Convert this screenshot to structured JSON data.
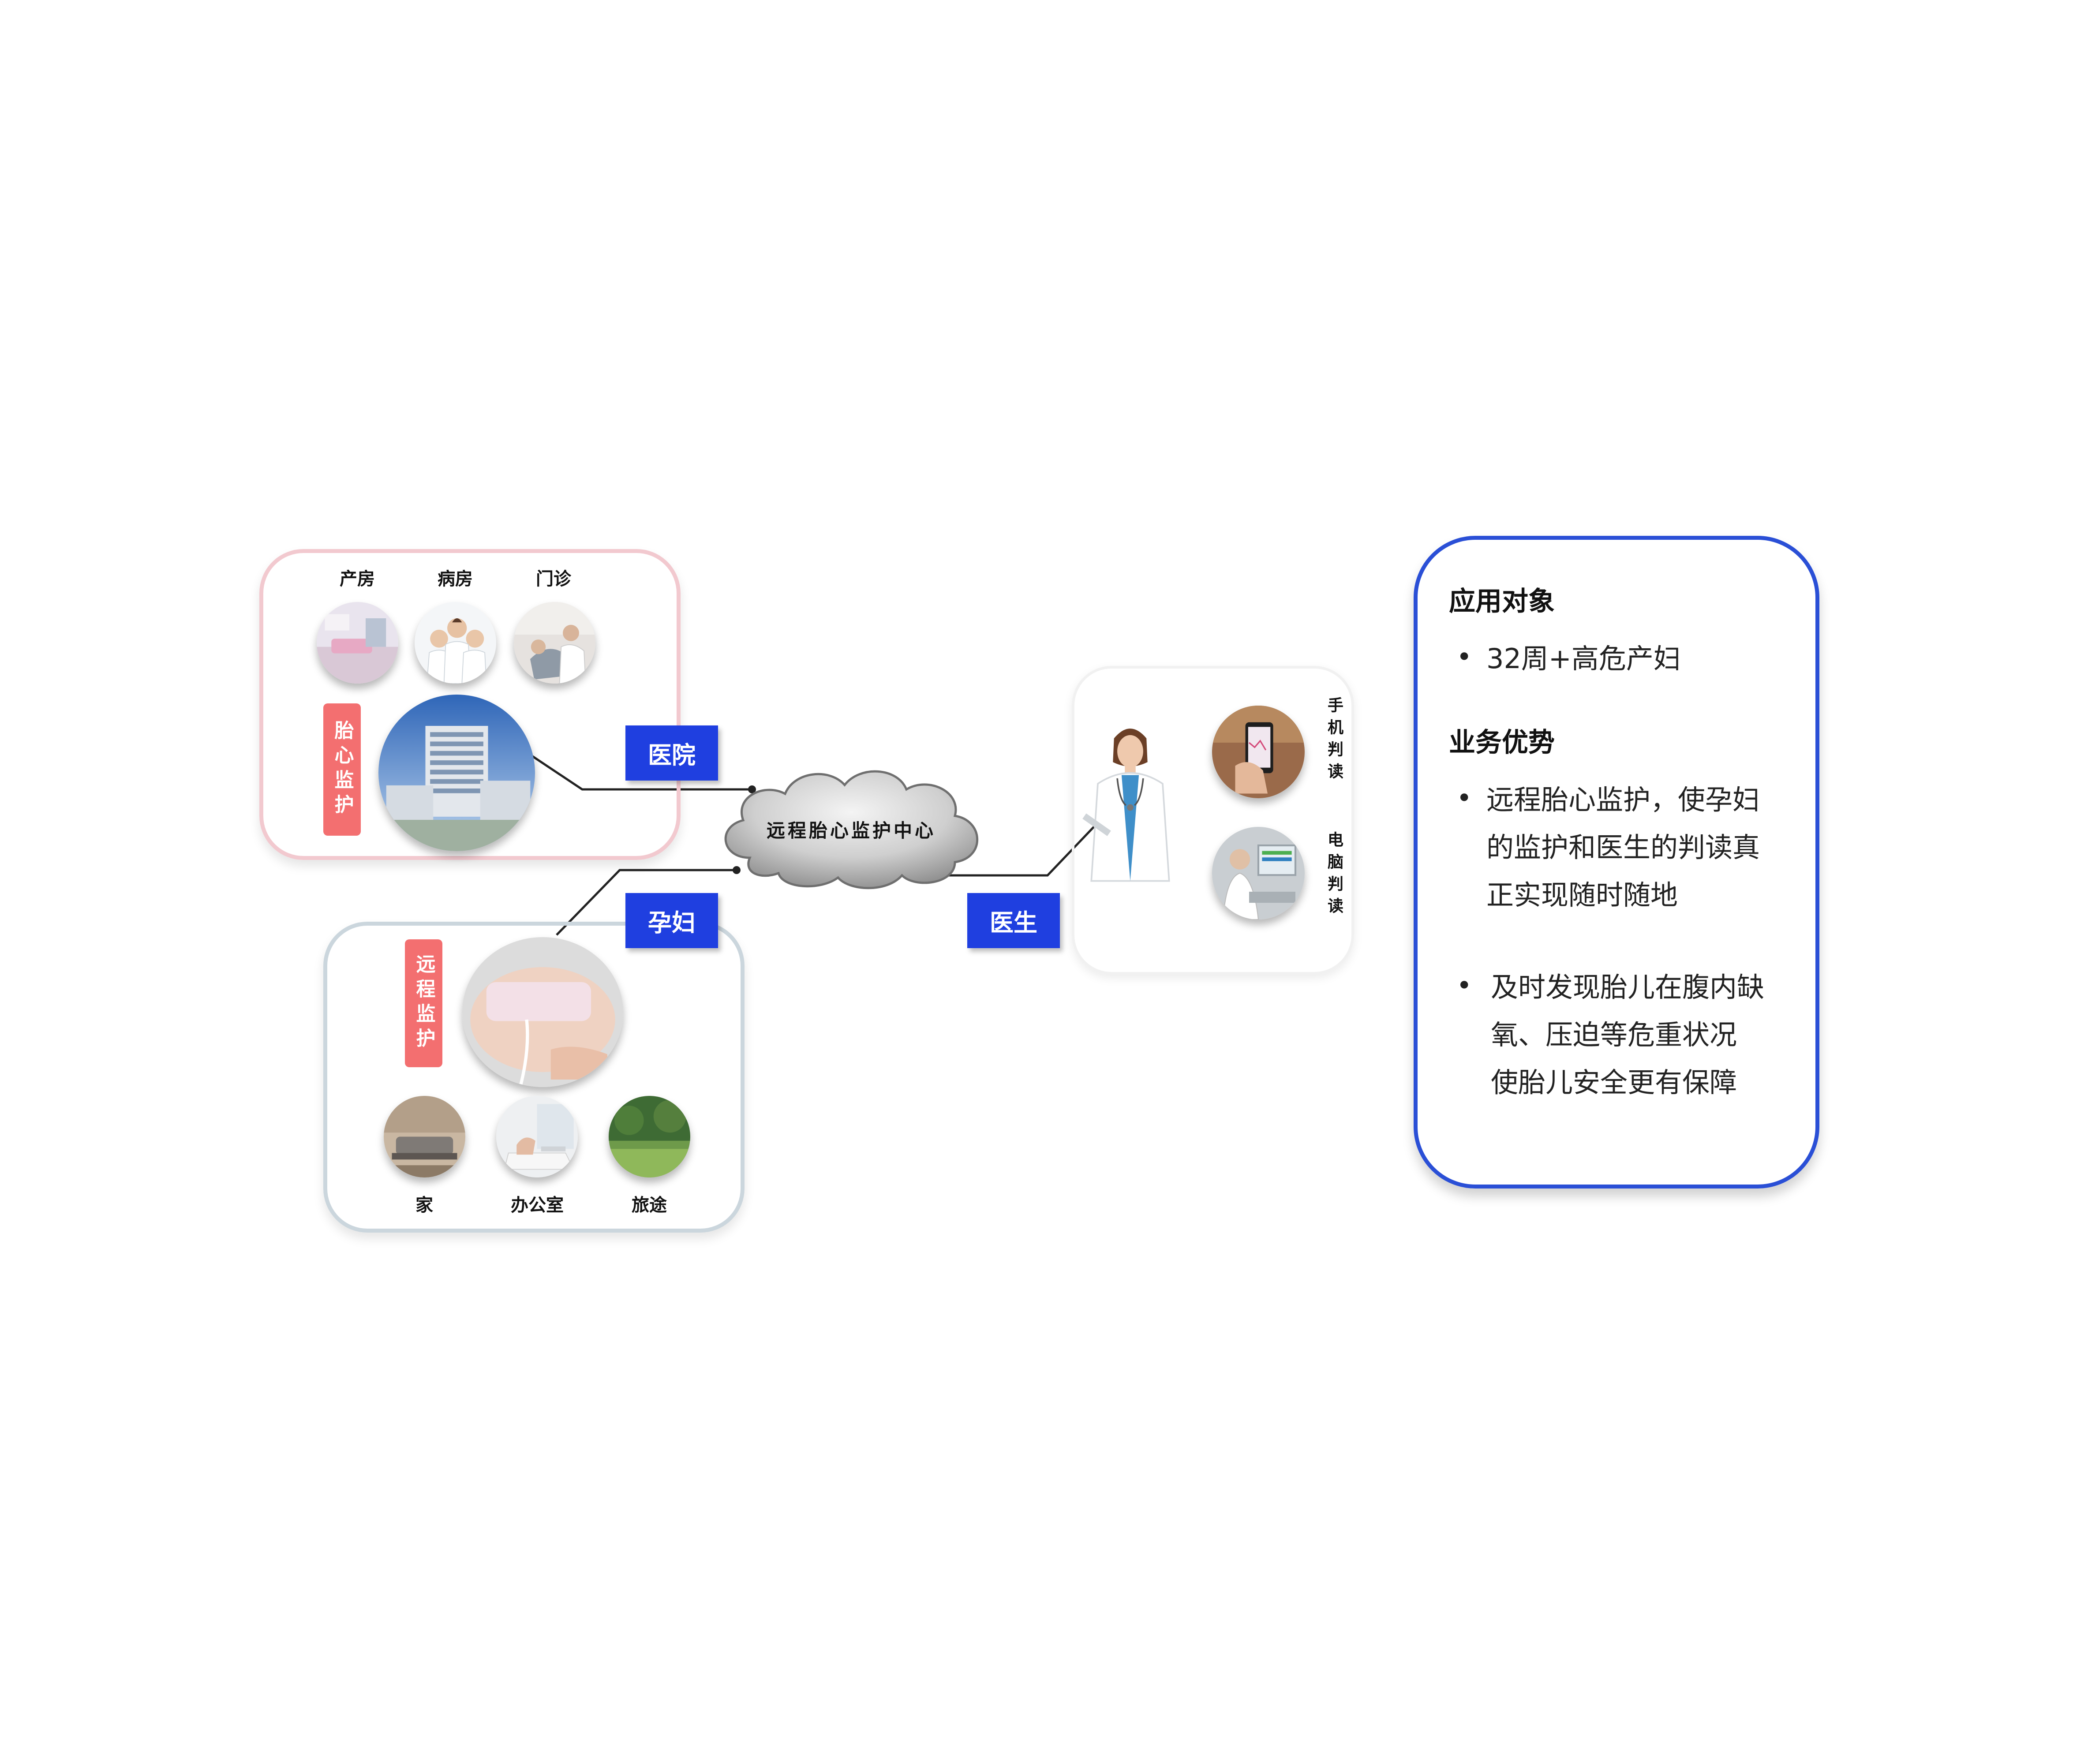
{
  "center": {
    "label": "远程胎心监护中心"
  },
  "hospital": {
    "badge": "医院",
    "tag": "胎心监护",
    "locations": [
      {
        "label": "产房",
        "icon": "delivery-room-photo"
      },
      {
        "label": "病房",
        "icon": "ward-staff-photo"
      },
      {
        "label": "门诊",
        "icon": "outpatient-photo"
      }
    ],
    "main_icon": "hospital-building-photo"
  },
  "pregnant": {
    "badge": "孕妇",
    "tag": "远程监护",
    "main_icon": "belly-monitor-photo",
    "locations": [
      {
        "label": "家",
        "icon": "home-photo"
      },
      {
        "label": "办公室",
        "icon": "office-photo"
      },
      {
        "label": "旅途",
        "icon": "travel-photo"
      }
    ]
  },
  "doctor": {
    "badge": "医生",
    "main_icon": "doctor-photo",
    "modes": [
      {
        "label": "手机判读",
        "icon": "phone-reading-photo"
      },
      {
        "label": "电脑判读",
        "icon": "computer-reading-photo"
      }
    ]
  },
  "info": {
    "target_title": "应用对象",
    "target_items": [
      "32周+高危产妇"
    ],
    "advantage_title": "业务优势",
    "advantage_items": [
      {
        "lines": [
          "远程胎心监护，使孕妇",
          "的监护和医生的判读真",
          "正实现随时随地"
        ]
      },
      {
        "lines": [
          "及时发现胎儿在腹内缺",
          "氧、压迫等危重状况",
          "使胎儿安全更有保障"
        ]
      }
    ]
  },
  "colors": {
    "badge": "#1f3fe0",
    "tag": "#f36f70",
    "info_border": "#2a4fd6",
    "hospital_border": "#f2c9cf",
    "pregnant_border": "#cbd6dd"
  }
}
